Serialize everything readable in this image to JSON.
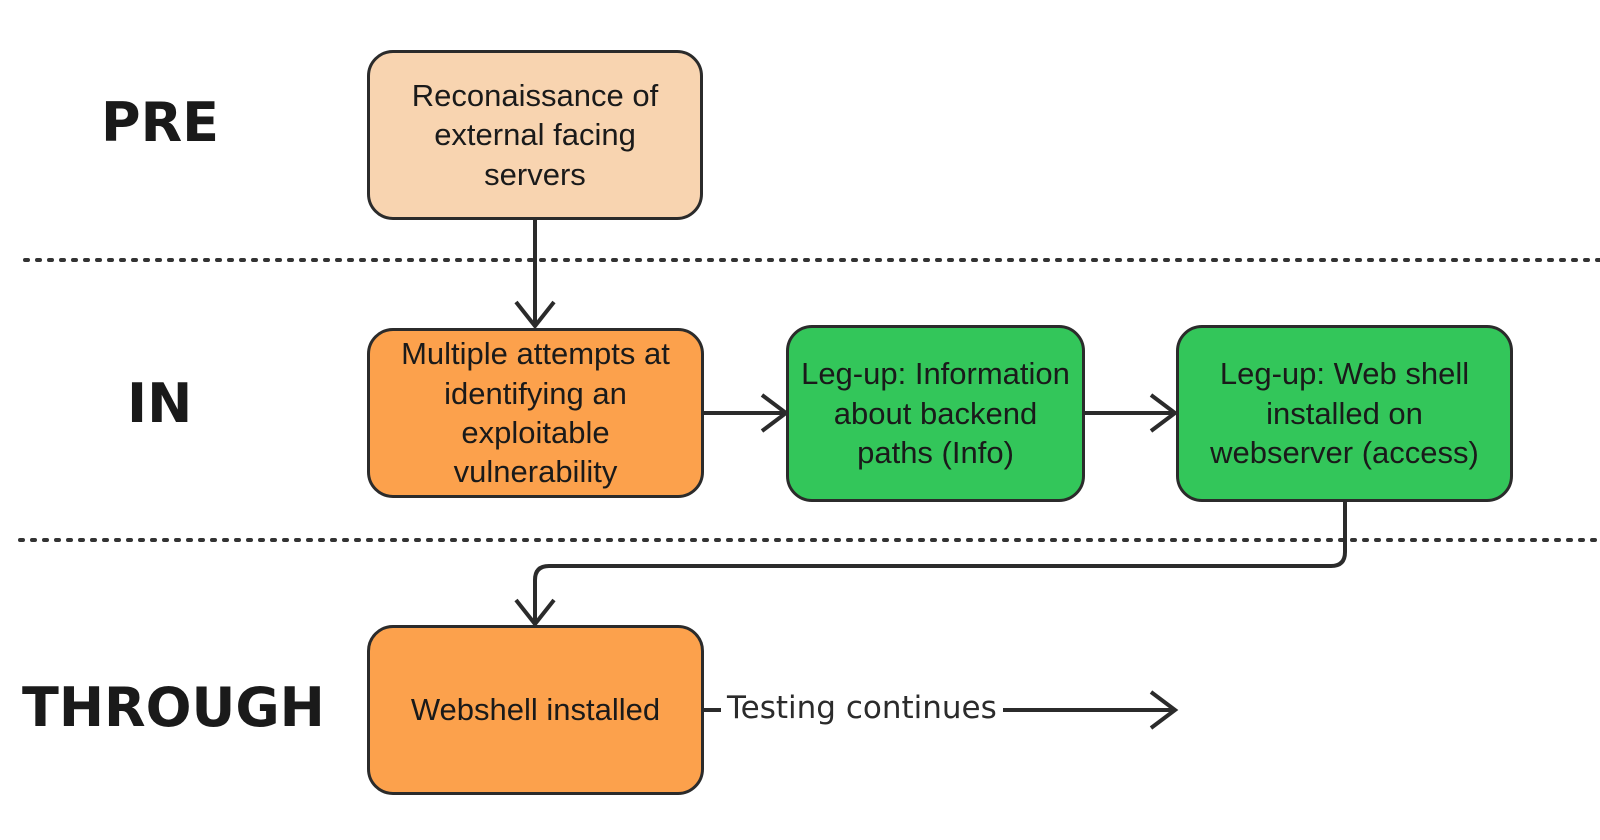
{
  "phases": {
    "pre": "PRE",
    "in": "IN",
    "through": "THROUGH"
  },
  "nodes": {
    "recon": "Reconaissance of external facing servers",
    "attempts": "Multiple attempts at identifying an exploitable vulnerability",
    "legup_info": "Leg-up: Information about backend paths (Info)",
    "legup_shell": "Leg-up: Web shell installed on webserver (access)",
    "webshell": "Webshell installed"
  },
  "edges": {
    "continues": "Testing continues"
  },
  "colors": {
    "recon_fill": "#f8d4b0",
    "attempt_fill": "#fca14c",
    "legup_fill": "#33c65a",
    "stroke": "#2b2b2b",
    "separator": "#333333"
  }
}
